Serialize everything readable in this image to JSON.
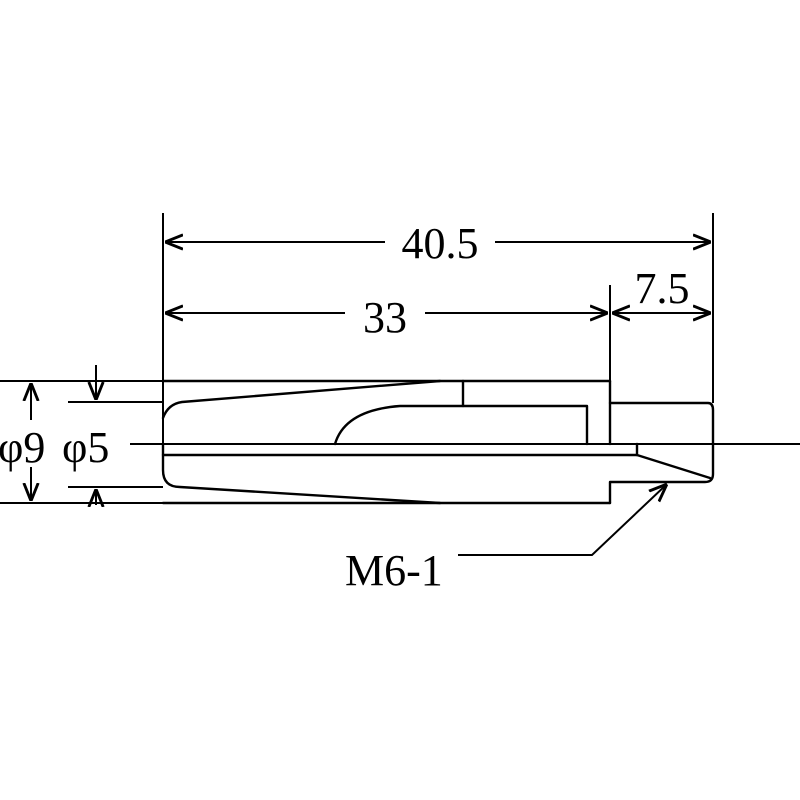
{
  "drawing": {
    "dimensions": {
      "overall_length": "40.5",
      "body_length": "33",
      "thread_length": "7.5",
      "outer_diameter": "φ9",
      "inner_diameter": "φ5",
      "thread_spec": "M6-1"
    }
  }
}
